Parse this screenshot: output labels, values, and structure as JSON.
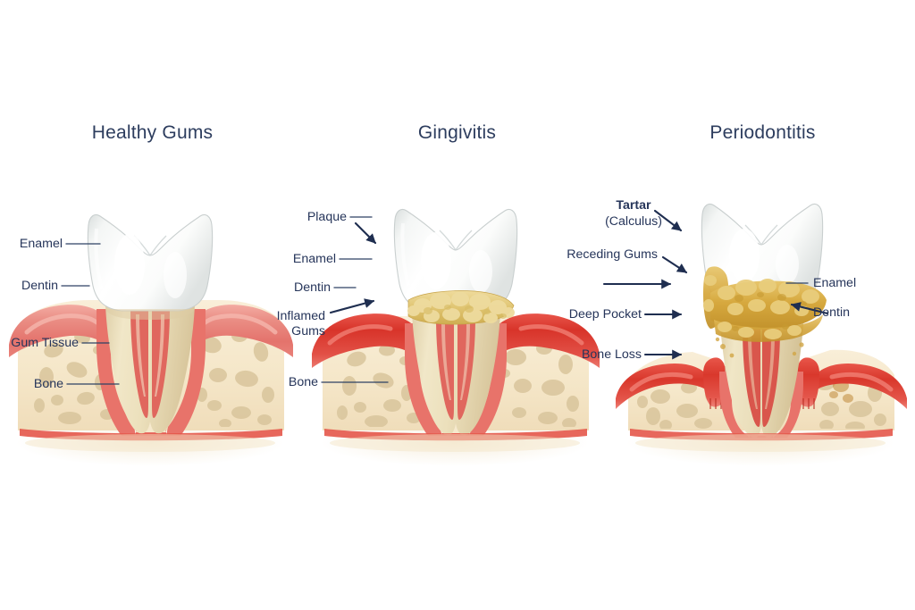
{
  "diagram": {
    "title_color": "#2d3d5e",
    "label_color": "#26355a",
    "background": "#ffffff",
    "palette": {
      "enamel": "#fdfdfb",
      "enamel_shadow": "#d8dcdc",
      "dentin": "#ece0bc",
      "dentin_deep": "#ddcb9e",
      "gum_healthy": "#ea8d84",
      "gum_inflamed": "#d8342a",
      "gum_receded": "#d94b3c",
      "bone": "#f6e9cd",
      "bone_spot": "#d9c59c",
      "tartar": "#d9ab43",
      "plaque": "#e3cd7e",
      "pulp": "#e06a62"
    }
  },
  "panels": [
    {
      "id": "healthy",
      "title": "Healthy Gums",
      "labels": [
        {
          "text": "Enamel",
          "side": "left"
        },
        {
          "text": "Dentin",
          "side": "left"
        },
        {
          "text": "Gum Tissue",
          "side": "left"
        },
        {
          "text": "Bone",
          "side": "left"
        }
      ]
    },
    {
      "id": "gingivitis",
      "title": "Gingivitis",
      "labels": [
        {
          "text": "Plaque",
          "side": "left"
        },
        {
          "text": "Enamel",
          "side": "left"
        },
        {
          "text": "Dentin",
          "side": "left"
        },
        {
          "text": "Inflamed",
          "side": "left"
        },
        {
          "text": "Gums",
          "side": "left"
        },
        {
          "text": "Bone",
          "side": "left"
        }
      ]
    },
    {
      "id": "periodontitis",
      "title": "Periodontitis",
      "labels": [
        {
          "text": "Tartar",
          "side": "left",
          "bold": true
        },
        {
          "text": "(Calculus)",
          "side": "left",
          "bold": false
        },
        {
          "text": "Receding Gums",
          "side": "left"
        },
        {
          "text": "Deep Pocket",
          "side": "left"
        },
        {
          "text": "Bone Loss",
          "side": "left"
        },
        {
          "text": "Enamel",
          "side": "right"
        },
        {
          "text": "Dentin",
          "side": "right"
        }
      ]
    }
  ],
  "labels": {
    "healthy_enamel": "Enamel",
    "healthy_dentin": "Dentin",
    "healthy_gum_tissue": "Gum Tissue",
    "healthy_bone": "Bone",
    "ging_plaque": "Plaque",
    "ging_enamel": "Enamel",
    "ging_dentin": "Dentin",
    "ging_inflamed_1": "Inflamed",
    "ging_inflamed_2": "Gums",
    "ging_bone": "Bone",
    "perio_tartar": "Tartar",
    "perio_calculus": "(Calculus)",
    "perio_receding": "Receding Gums",
    "perio_pocket": "Deep Pocket",
    "perio_boneloss": "Bone Loss",
    "perio_enamel": "Enamel",
    "perio_dentin": "Dentin"
  },
  "titles": {
    "healthy": "Healthy Gums",
    "gingivitis": "Gingivitis",
    "periodontitis": "Periodontitis"
  }
}
